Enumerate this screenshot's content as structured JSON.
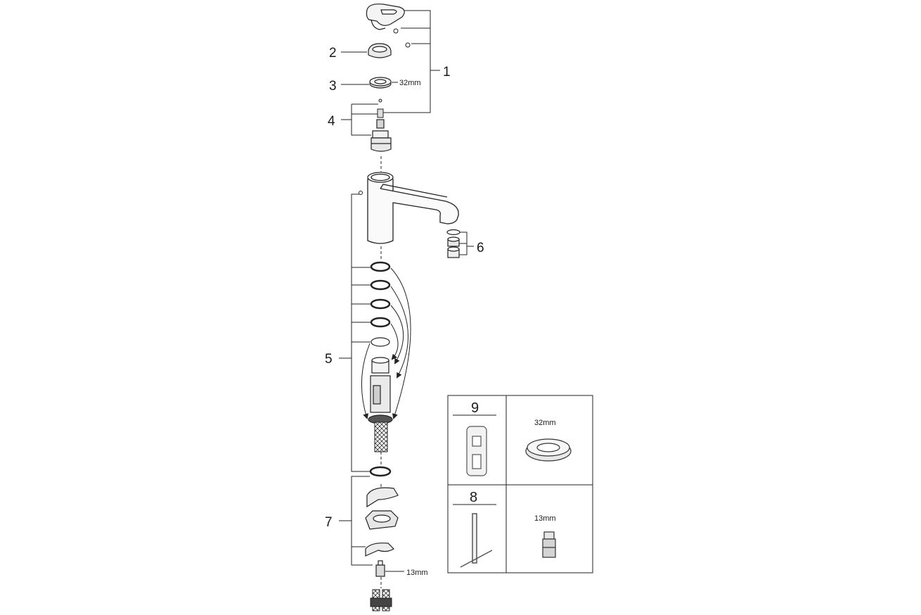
{
  "callouts": {
    "c1": "1",
    "c2": "2",
    "c3": "3",
    "c4": "4",
    "c5": "5",
    "c6": "6",
    "c7": "7"
  },
  "dimensions": {
    "nut_size": "32mm",
    "fitting_size": "13mm"
  },
  "tools_table": {
    "row_top": {
      "number": "9",
      "size": "32mm"
    },
    "row_bottom": {
      "number": "8",
      "size": "13mm"
    }
  }
}
